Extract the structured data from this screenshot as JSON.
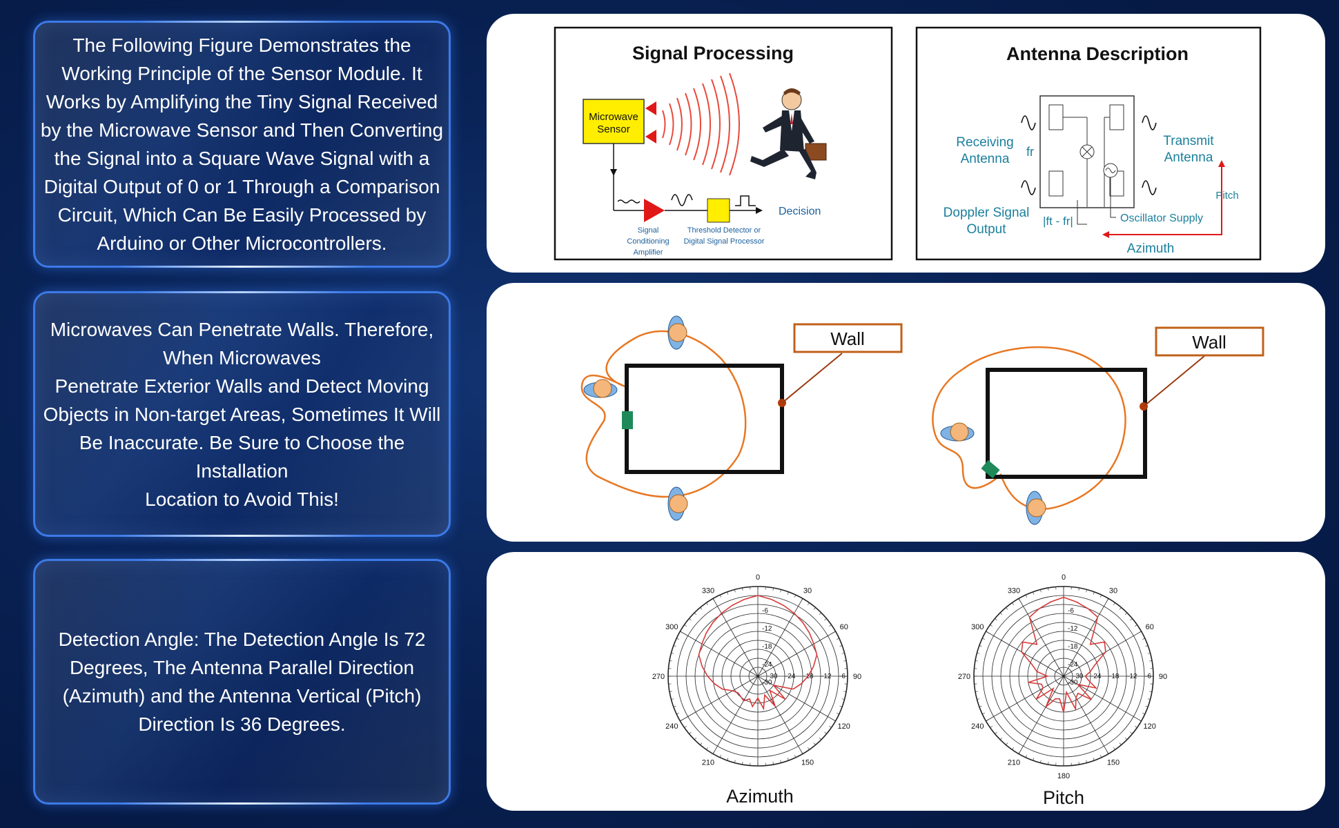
{
  "left_cards": [
    {
      "text": "The Following Figure Demonstrates the Working Principle of the Sensor Module. It Works by Amplifying the Tiny Signal Received by the Microwave Sensor and Then Converting the Signal into a Square Wave Signal with a Digital Output of 0 or 1 Through a Comparison Circuit, Which Can Be Easily Processed by Arduino or Other Microcontrollers."
    },
    {
      "text": "Microwaves Can Penetrate Walls. Therefore, When Microwaves\nPenetrate Exterior Walls and Detect Moving Objects in Non-target Areas, Sometimes It Will Be Inaccurate. Be Sure to Choose the Installation\nLocation to Avoid This!"
    },
    {
      "text": "Detection Angle: The Detection Angle Is 72 Degrees, The Antenna Parallel Direction (Azimuth) and the Antenna Vertical (Pitch) Direction Is 36 Degrees."
    }
  ],
  "signal_processing": {
    "title": "Signal Processing",
    "sensor_label_1": "Microwave",
    "sensor_label_2": "Sensor",
    "decision": "Decision",
    "amp_label_1": "Signal",
    "amp_label_2": "Conditioning",
    "amp_label_3": "Amplifier",
    "threshold_label_1": "Threshold Detector or",
    "threshold_label_2": "Digital Signal Processor"
  },
  "antenna": {
    "title": "Antenna Description",
    "receiving_1": "Receiving",
    "receiving_2": "Antenna",
    "fr": "fr",
    "transmit_1": "Transmit",
    "transmit_2": "Antenna",
    "pitch": "Pitch",
    "doppler_1": "Doppler Signal",
    "doppler_2": "Output",
    "ft_fr": "|ft - fr|",
    "oscillator": "Oscillator Supply",
    "azimuth": "Azimuth"
  },
  "walls": {
    "left_label": "Wall",
    "right_label": "Wall"
  },
  "polar": {
    "azimuth_caption": "Azimuth",
    "pitch_caption": "Pitch",
    "angle_labels": [
      "0",
      "30",
      "60",
      "90",
      "120",
      "150",
      "180",
      "210",
      "240",
      "270",
      "300",
      "330"
    ],
    "ring_labels": [
      "-6",
      "-12",
      "-18",
      "-24",
      "-30"
    ],
    "horizontal_labels": [
      "-30",
      "-24",
      "-18",
      "-12",
      "-6"
    ]
  },
  "colors": {
    "accent_orange": "#e87722",
    "wall_border": "#c0601a",
    "teal": "#1a7f9c",
    "red_curve": "#d83a3a",
    "card_border": "#3c7ae8"
  }
}
